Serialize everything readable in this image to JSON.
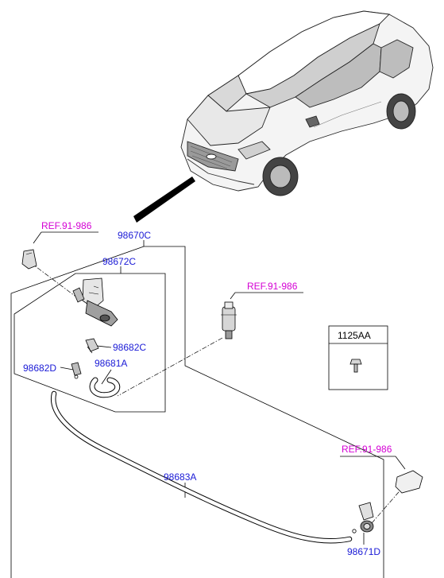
{
  "labels": {
    "ref_top_left": "REF.91-986",
    "assembly_main": "98670C",
    "sub_assembly": "98672C",
    "ref_pump": "REF.91-986",
    "hose_connector": "98682C",
    "connector_left": "98682D",
    "hose_short": "98681A",
    "hose_long": "98683A",
    "ref_bottom_right": "REF.91-986",
    "nozzle": "98671D",
    "bolt_box": "1125AA"
  },
  "colors": {
    "part_number": "#1a1ad6",
    "reference": "#d400d4",
    "lines": "#000000"
  },
  "icons": [
    "sedan-car-illustration",
    "washer-nozzle",
    "washer-pump",
    "hose",
    "bolt",
    "nozzle-cap"
  ]
}
